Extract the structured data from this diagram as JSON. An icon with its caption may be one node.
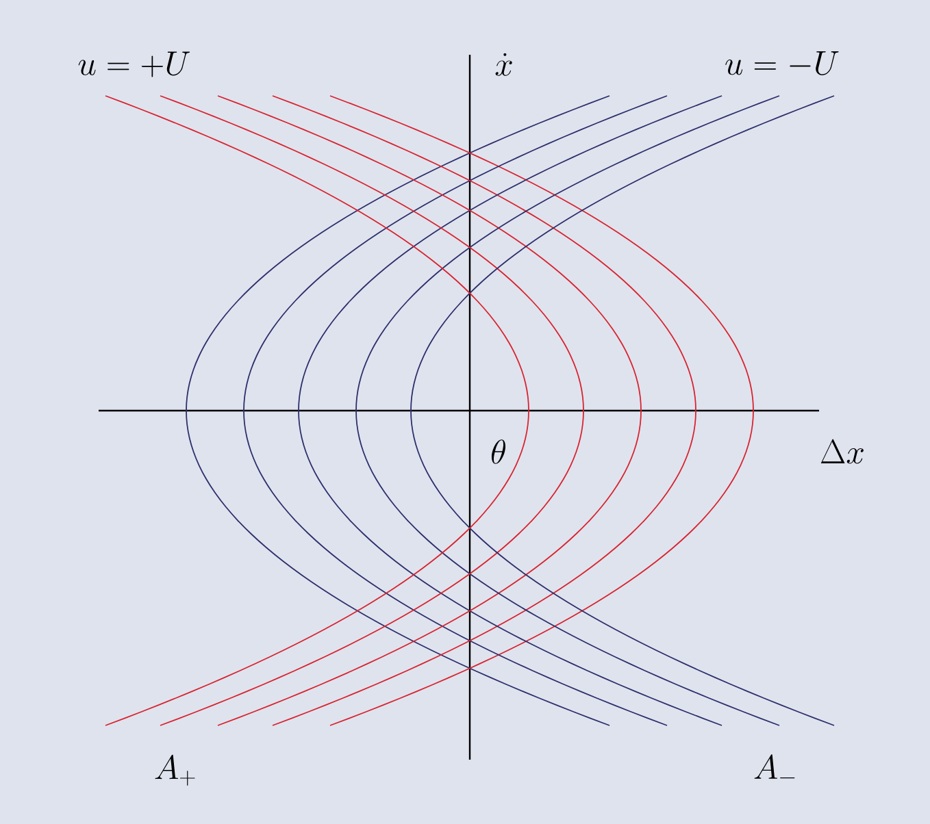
{
  "diagram": {
    "labels": [
      "u = +U",
      "\\dot{x}",
      "u = -U",
      "\\theta",
      "\\Delta x",
      "A_+",
      "A_-"
    ]
  }
}
